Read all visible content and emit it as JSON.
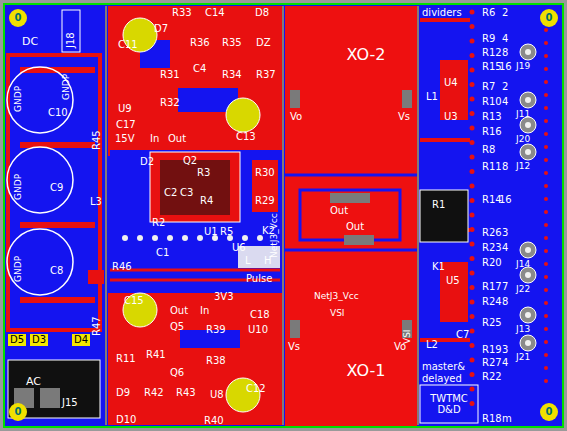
{
  "diagram": {
    "nodes": [
      {
        "text": [
          "XO-2"
        ]
      },
      {
        "text": [
          "XO-1"
        ]
      },
      {
        "text": [
          "TWTMC",
          "D&D"
        ]
      }
    ],
    "labels": [
      "0",
      "0",
      "0",
      "0",
      "DC",
      "J18",
      "C10",
      "GNDP",
      "GNDP",
      "C9",
      "GNDP",
      "L3",
      "C8",
      "GNDP",
      "R45",
      "R46",
      "R47",
      "D5",
      "D3",
      "D4",
      "AC",
      "J15",
      "R33",
      "C14",
      "D8",
      "C11",
      "D7",
      "R36",
      "R35",
      "DZ",
      "R31",
      "C4",
      "R34",
      "R37",
      "R32",
      "U9",
      "C17",
      "15V",
      "In",
      "Out",
      "C13",
      "D2",
      "Q2",
      "R30",
      "R29",
      "R3",
      "C2",
      "C3",
      "R4",
      "R2",
      "C1",
      "U1",
      "R5",
      "U6",
      "K2",
      "L",
      "H",
      "Pulse",
      "C15",
      "3V3",
      "Out",
      "In",
      "C18",
      "R39",
      "U10",
      "Q5",
      "R41",
      "R11",
      "R38",
      "Q6",
      "C12",
      "D9",
      "R42",
      "R43",
      "U8",
      "D10",
      "R40",
      "Vo",
      "Vs",
      "Out",
      "Out",
      "NetJ3_Vcc",
      "NetJ3_Vcc",
      "VSI",
      "VSI",
      "Vs",
      "Vo",
      "dividers",
      "R6",
      "R9",
      "R12",
      "R15",
      "R7",
      "R10",
      "R13",
      "R16",
      "R8",
      "R11",
      "R14",
      "R1",
      "R26",
      "R23",
      "R20",
      "R17",
      "R24",
      "R25",
      "R19",
      "R27",
      "R22",
      "R18",
      "U4",
      "U3",
      "L1",
      "K1",
      "U5",
      "L2",
      "C7",
      "2",
      "4",
      "8",
      "16",
      "2",
      "4",
      "8",
      "16",
      "3",
      "4",
      "7",
      "8",
      "3",
      "4",
      "m",
      "J19",
      "J11",
      "J20",
      "J12",
      "J14",
      "J22",
      "J13",
      "J21",
      "master&",
      "delayed"
    ]
  }
}
